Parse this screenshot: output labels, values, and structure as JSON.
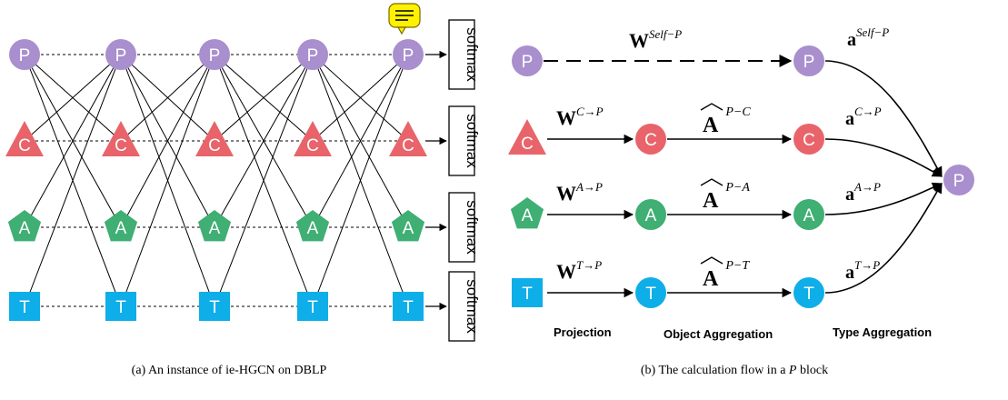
{
  "colors": {
    "P": "#a98fce",
    "C": "#e8646a",
    "A": "#3faf74",
    "T": "#0eaee8",
    "note_fill": "#fff200",
    "note_stroke": "#7a6a00"
  },
  "panel_a": {
    "rows": [
      {
        "type": "P",
        "label": "P",
        "shape": "circle"
      },
      {
        "type": "C",
        "label": "C",
        "shape": "triangle"
      },
      {
        "type": "A",
        "label": "A",
        "shape": "pentagon"
      },
      {
        "type": "T",
        "label": "T",
        "shape": "square"
      }
    ],
    "softmax_label": "softmax",
    "caption": "(a)  An instance of ie-HGCN on DBLP"
  },
  "panel_b": {
    "self_row": {
      "source": "P",
      "target": "P",
      "weight_base": "W",
      "weight_sup": "Self−P",
      "attn_base": "a",
      "attn_sup": "Self−P"
    },
    "type_rows": [
      {
        "source_label": "C",
        "source_shape": "triangle",
        "type": "C",
        "weight_sup": "C→P",
        "adj_sup": "P−C",
        "attn_sup": "C→P"
      },
      {
        "source_label": "A",
        "source_shape": "pentagon",
        "type": "A",
        "weight_sup": "A→P",
        "adj_sup": "P−A",
        "attn_sup": "A→P"
      },
      {
        "source_label": "T",
        "source_shape": "square",
        "type": "T",
        "weight_sup": "T→P",
        "adj_sup": "P−T",
        "attn_sup": "T→P"
      }
    ],
    "weight_base": "W",
    "adj_base": "A",
    "attn_base": "a",
    "output_label": "P",
    "stage_labels": {
      "projection": "Projection",
      "object": "Object Aggregation",
      "type": "Type Aggregation"
    },
    "caption_prefix": "(b)  The calculation flow in a ",
    "caption_italic": "P",
    "caption_suffix": " block"
  }
}
